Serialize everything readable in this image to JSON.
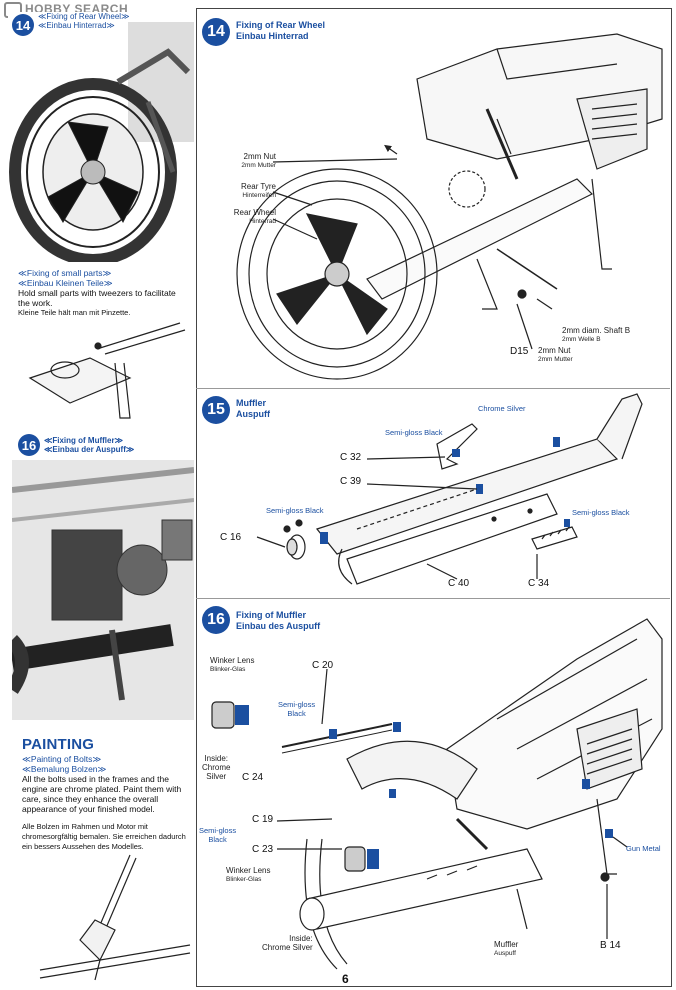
{
  "watermark": {
    "brand": "HOBBY SEARCH"
  },
  "step14": {
    "number": "14",
    "title_en": "Fixing of Rear Wheel",
    "title_de": "Einbau Hinterrad",
    "labels": {
      "nut_en": "2mm Nut",
      "nut_de": "2mm Mutter",
      "tyre_en": "Rear Tyre",
      "tyre_de": "Hinterreifen",
      "wheel_en": "Rear Wheel",
      "wheel_de": "Hinterrad",
      "shaft_en": "2mm diam. Shaft B",
      "shaft_de": "2mm Welle B",
      "nut2_en": "2mm Nut",
      "nut2_de": "2mm Mutter",
      "part": "D15"
    }
  },
  "left": {
    "step14_photo": {
      "number": "14",
      "title_en": "≪Fixing of Rear Wheel≫",
      "title_de": "≪Einbau Hinterrad≫"
    },
    "small_parts": {
      "title_en": "≪Fixing of small parts≫",
      "title_de": "≪Einbau Kleinen Teile≫",
      "text_en": "Hold small parts with tweezers to facilitate the work.",
      "text_de": "Kleine Teile hält man mit Pinzette."
    },
    "step16_photo": {
      "number": "16",
      "title_en": "≪Fixing of Muffler≫",
      "title_de": "≪Einbau der Auspuff≫"
    },
    "painting": {
      "heading": "PAINTING",
      "sub_en": "≪Painting of Bolts≫",
      "sub_de": "≪Bemalung Bolzen≫",
      "text_en": "All the bolts used in the frames and the engine are chrome plated. Paint them with care, since they enhance the overall appearance of your finished model.",
      "text_de": "Alle Bolzen im Rahmen und Motor mit chromesorgfältig bemalen. Sie erreichen dadurch ein bessers Aussehen des Modelles."
    }
  },
  "step15": {
    "number": "15",
    "title_en": "Muffler",
    "title_de": "Auspuff",
    "labels": {
      "chrome_silver": "Chrome Silver",
      "semigloss1": "Semi-gloss Black",
      "semigloss2": "Semi-gloss Black",
      "semigloss3": "Semi-gloss Black",
      "c32": "C 32",
      "c39": "C 39",
      "c16": "C 16",
      "c40": "C 40",
      "c34": "C 34"
    }
  },
  "step16": {
    "number": "16",
    "title_en": "Fixing of Muffler",
    "title_de": "Einbau des Auspuff",
    "labels": {
      "winker1_en": "Winker Lens",
      "winker1_de": "Blinker-Glas",
      "c20": "C 20",
      "semigloss_a1": "Semi-gloss",
      "semigloss_a2": "Black",
      "inside1": "Inside:",
      "inside2": "Chrome",
      "inside3": "Silver",
      "c24": "C 24",
      "c19": "C 19",
      "semigloss_b1": "Semi-gloss",
      "semigloss_b2": "Black",
      "c23": "C 23",
      "winker2_en": "Winker Lens",
      "winker2_de": "Blinker-Glas",
      "gun_metal": "Gun Metal",
      "inside_chrome": "Inside:",
      "inside_chrome2": "Chrome Silver",
      "muffler_en": "Muffler",
      "muffler_de": "Auspuff",
      "b14": "B 14"
    }
  },
  "page_number": "6"
}
